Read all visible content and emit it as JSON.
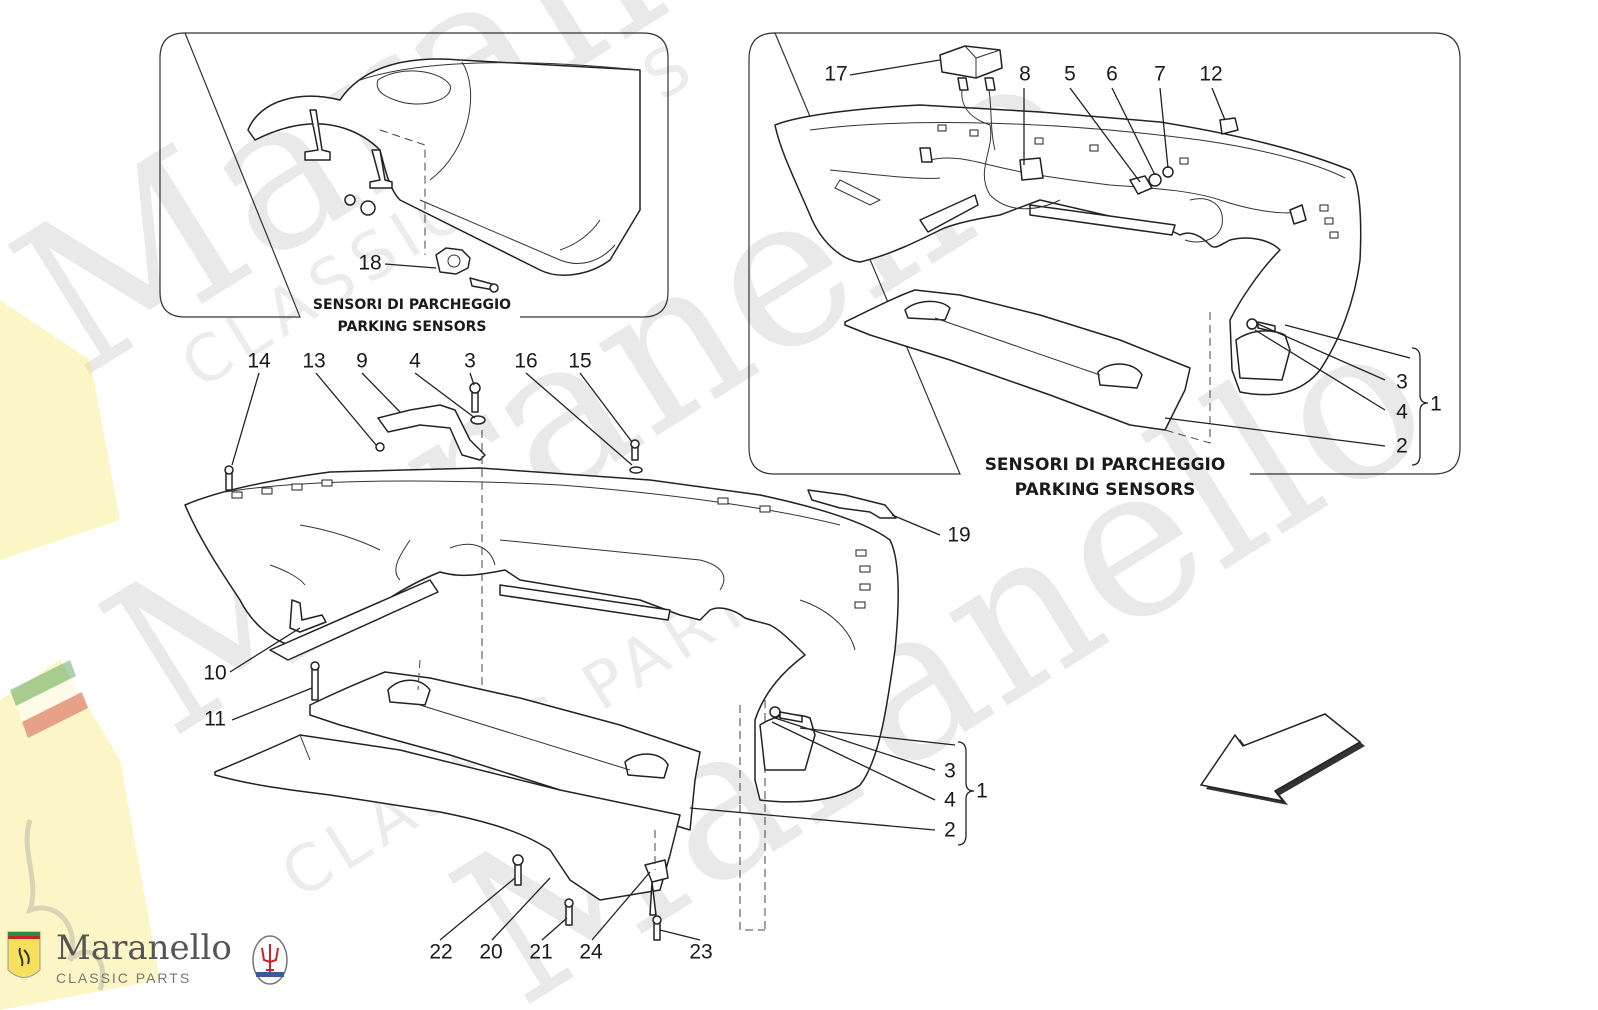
{
  "watermark": {
    "word": "Maranello",
    "sub": "CLASSIC PARTS"
  },
  "brand": {
    "name": "Maranello",
    "tagline": "CLASSIC PARTS"
  },
  "insets": [
    {
      "caption_it": "SENSORI DI PARCHEGGIO",
      "caption_en": "PARKING SENSORS"
    },
    {
      "caption_it": "SENSORI DI PARCHEGGIO",
      "caption_en": "PARKING SENSORS"
    }
  ],
  "callouts": {
    "inset_left": [
      "18"
    ],
    "inset_right": [
      "17",
      "8",
      "5",
      "6",
      "7",
      "12",
      "3",
      "4",
      "2",
      "1"
    ],
    "main": [
      "14",
      "13",
      "9",
      "4",
      "3",
      "16",
      "15",
      "19",
      "10",
      "11",
      "3",
      "4",
      "2",
      "1",
      "22",
      "20",
      "21",
      "24",
      "23"
    ]
  },
  "colors": {
    "line": "#222222",
    "watermark": "#e9e9e9",
    "ferrari_yellow": "#f7e15a",
    "italy_green": "#2a8c3c",
    "italy_red": "#c8232c"
  },
  "icons": [
    "ferrari-shield-icon",
    "maserati-trident-icon",
    "direction-arrow-icon"
  ]
}
